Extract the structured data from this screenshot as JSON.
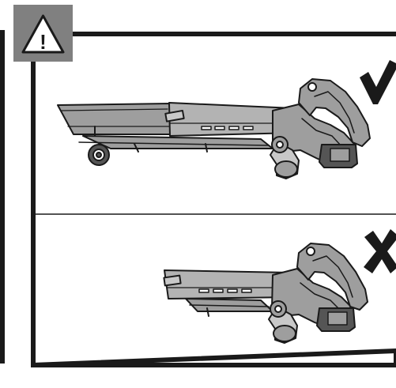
{
  "warning": {
    "icon": "warning-triangle-icon",
    "symbol": "!",
    "badge_color": "#808080"
  },
  "panels": [
    {
      "name": "correct-usage",
      "mark_icon": "check-mark-icon",
      "tool_icon": "leaf-blower-vacuum-icon",
      "tool_config": "with-extension-tube-and-wheels"
    },
    {
      "name": "incorrect-usage",
      "mark_icon": "cross-mark-icon",
      "tool_icon": "leaf-blower-vacuum-icon",
      "tool_config": "without-extension-tube"
    }
  ],
  "colors": {
    "line": "#1a1a1a",
    "body_gray": "#9e9e9e",
    "body_light": "#c8c8c8",
    "body_dark": "#555555",
    "background": "#ffffff"
  }
}
